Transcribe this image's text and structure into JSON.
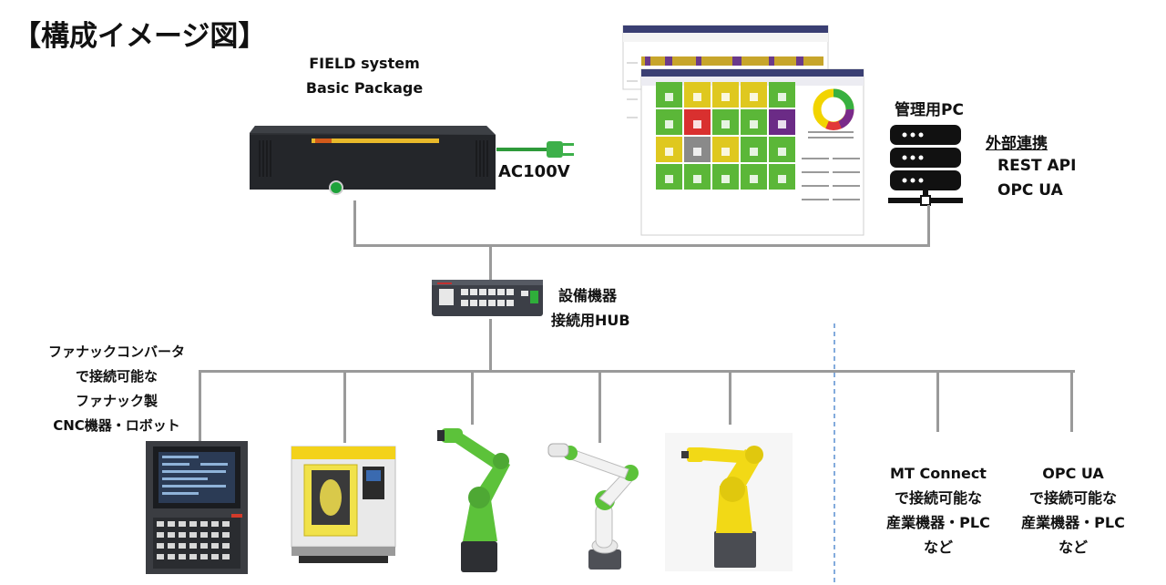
{
  "title": "【構成イメージ図】",
  "package": {
    "line1": "FIELD system",
    "line2": "Basic Package",
    "power": "AC100V"
  },
  "pc": {
    "label": "管理用PC"
  },
  "external": {
    "heading": "外部連携",
    "item1": "REST API",
    "item2": "OPC UA"
  },
  "hub": {
    "line1": "設備機器",
    "line2": "接続用HUB"
  },
  "fanuc": {
    "line1": "ファナックコンバータ",
    "line2": "で接続可能な",
    "line3": "ファナック製",
    "line4": "CNC機器・ロボット"
  },
  "mtconnect": {
    "line1": "MT Connect",
    "line2": "で接続可能な",
    "line3": "産業機器・PLC",
    "line4": "など"
  },
  "opcua": {
    "line1": "OPC UA",
    "line2": "で接続可能な",
    "line3": "産業機器・PLC",
    "line4": "など"
  },
  "colors": {
    "line": "#9a9a9a",
    "robot_green": "#5cc23a",
    "robot_yellow": "#f2d916",
    "dash_tile_green": "#5bb738",
    "dash_tile_yellow": "#dfc81f"
  }
}
